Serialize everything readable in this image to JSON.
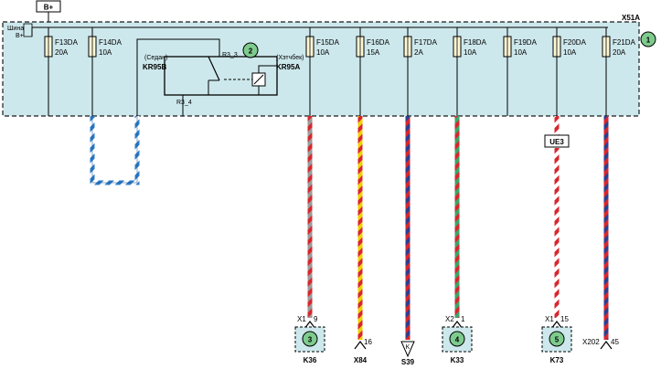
{
  "supply": {
    "label": "B+"
  },
  "box": {
    "connector": "X51A",
    "callout": "1",
    "bus_label_line1": "Шина",
    "bus_label_line2": "B+"
  },
  "fuses": [
    {
      "id": "F13DA",
      "rating": "20A"
    },
    {
      "id": "F14DA",
      "rating": "10A"
    },
    {
      "id": "F15DA",
      "rating": "10A"
    },
    {
      "id": "F16DA",
      "rating": "15A"
    },
    {
      "id": "F17DA",
      "rating": "2A"
    },
    {
      "id": "F18DA",
      "rating": "10A"
    },
    {
      "id": "F19DA",
      "rating": "10A"
    },
    {
      "id": "F20DA",
      "rating": "10A"
    },
    {
      "id": "F21DA",
      "rating": "20A"
    }
  ],
  "relay": {
    "callout": "2",
    "left_variant": "(Седан)",
    "left_code": "KR95B",
    "right_variant": "(Хэтчбек)",
    "right_code": "KR95A",
    "pin_top": "R3_3",
    "pin_bottom": "R3_4"
  },
  "inline_connector": {
    "label": "UE3"
  },
  "terminals": [
    {
      "connector": "X1",
      "pin": "9",
      "callout": "3",
      "component": "K36"
    },
    {
      "pin": "16",
      "component": "X84"
    },
    {
      "pin": "K",
      "component": "S39"
    },
    {
      "connector": "X2",
      "pin": "1",
      "callout": "4",
      "component": "K33"
    },
    {
      "connector": "X1",
      "pin": "15",
      "callout": "5",
      "component": "K73"
    },
    {
      "connector": "X202",
      "pin": "45"
    }
  ],
  "colors": {
    "box_fill": "#cde8ec",
    "box_border": "#1a1a1a",
    "wire_red": "#d8262c",
    "wire_blue": "#2b7bc8",
    "wire_grey": "#9a9a9a",
    "wire_yellow": "#f0d000",
    "wire_navy": "#2b3f8f",
    "wire_green": "#3aa66a",
    "callout_fill": "#7ecb8e",
    "fuse_fill": "#fff8d6"
  }
}
